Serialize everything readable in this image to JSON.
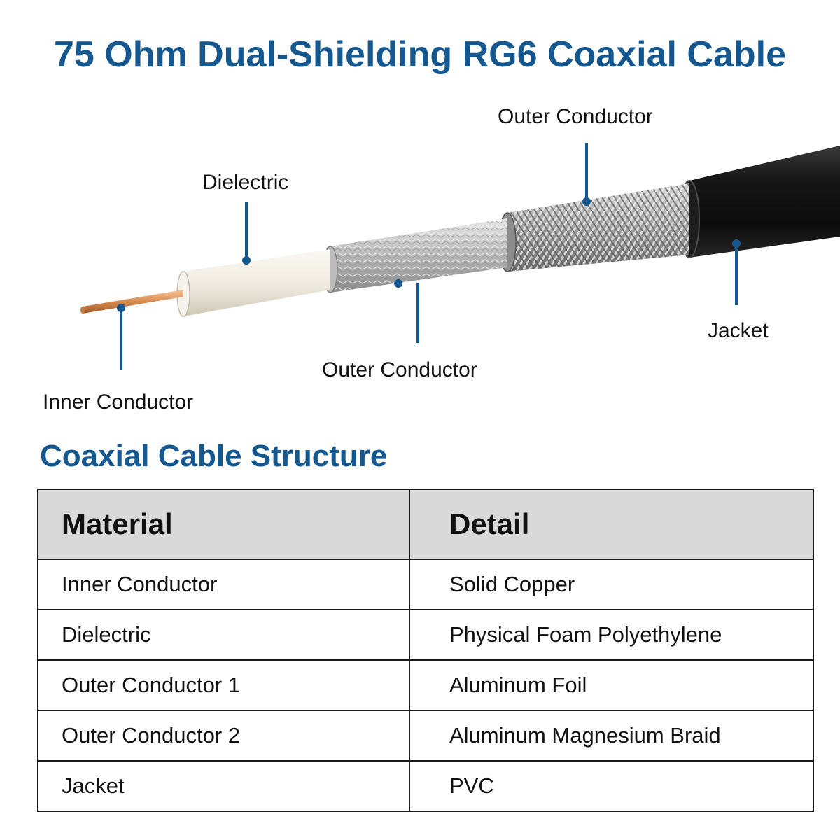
{
  "title": "75 Ohm Dual-Shielding RG6 Coaxial Cable",
  "diagram": {
    "callouts": {
      "dielectric": "Dielectric",
      "outer_conductor_braid": "Outer Conductor",
      "outer_conductor_foil": "Outer Conductor",
      "jacket": "Jacket",
      "inner_conductor": "Inner Conductor"
    },
    "colors": {
      "leader_line": "#15578f",
      "copper": "#d98a4e",
      "dielectric": "#f1ede4",
      "foil": "#c9c9c9",
      "braid": "#a8a8a8",
      "jacket": "#151515"
    }
  },
  "subtitle": "Coaxial Cable Structure",
  "table": {
    "headers": [
      "Material",
      "Detail"
    ],
    "rows": [
      [
        "Inner Conductor",
        "Solid Copper"
      ],
      [
        "Dielectric",
        "Physical Foam Polyethylene"
      ],
      [
        "Outer Conductor 1",
        "Aluminum Foil"
      ],
      [
        "Outer Conductor 2",
        "Aluminum Magnesium Braid"
      ],
      [
        "Jacket",
        "PVC"
      ]
    ],
    "header_bg": "#d9d9d9"
  }
}
